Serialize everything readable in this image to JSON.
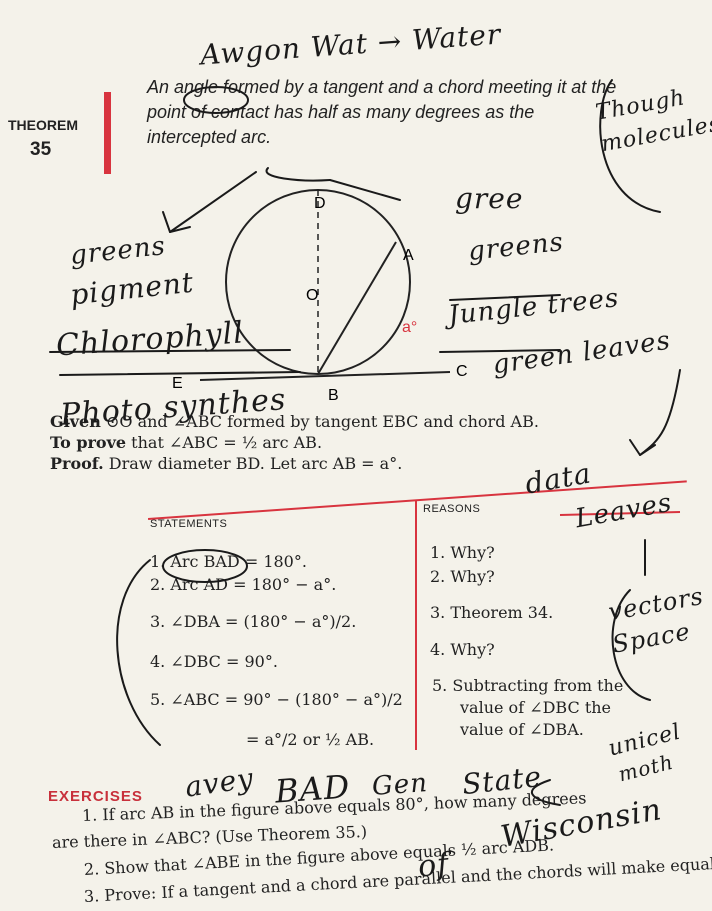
{
  "theorem": {
    "label": "THEOREM",
    "number": "35",
    "text": "An angle formed by a tangent and a chord meeting it at the point of contact has half as many degrees as the intercepted arc."
  },
  "diagram": {
    "label_D": "D",
    "label_A": "A",
    "label_O": "O",
    "label_a": "a°",
    "label_E": "E",
    "label_B": "B",
    "label_C": "C"
  },
  "given": {
    "given_label": "Given",
    "given_text": "⊙O and ∠ABC formed by tangent EBC and chord AB.",
    "prove_label": "To prove",
    "prove_text": "that ∠ABC = ½ arc AB.",
    "proof_label": "Proof.",
    "proof_text": "Draw diameter BD.  Let arc AB = a°."
  },
  "table": {
    "statements_header": "STATEMENTS",
    "reasons_header": "REASONS",
    "statements": [
      "1. Arc BAD = 180°.",
      "2. Arc AD = 180° − a°.",
      "3. ∠DBA = (180° − a°)/2.",
      "4. ∠DBC = 90°.",
      "5. ∠ABC = 90° − (180° − a°)/2",
      "= a°/2 or ½ AB."
    ],
    "reasons": [
      "1. Why?",
      "2. Why?",
      "3. Theorem 34.",
      "4. Why?",
      "5. Subtracting from the",
      "value of ∠DBC the",
      "value of ∠DBA."
    ]
  },
  "exercises": {
    "header": "EXERCISES",
    "items": [
      "1. If arc AB in the figure above equals 80°, how many degrees",
      "are there in ∠ABC?  (Use Theorem 35.)",
      "2. Show that ∠ABE in the figure above equals ½ arc ADB.",
      "3. Prove: If a tangent and a chord are parallel and the chords will make equal"
    ]
  },
  "handwriting": {
    "top_line": "Awgon Wat → Water",
    "right_top": "Though molecules",
    "gree": "gree",
    "greens_left": "greens",
    "pigment": "pigment",
    "chlorophyll": "Chlorophyll",
    "greens_right": "greens",
    "jungle": "Jungle trees",
    "green_leaves": "green leaves",
    "photosynth": "Photo synthes",
    "data": "data",
    "leaves": "Leaves",
    "vectors": "vectors",
    "space": "Space",
    "unicel": "unicel",
    "moth": "moth",
    "avey": "avey",
    "bad": "BAD",
    "gen": "Gen",
    "state": "State",
    "of": "of",
    "wisconsin": "Wisconsin"
  }
}
